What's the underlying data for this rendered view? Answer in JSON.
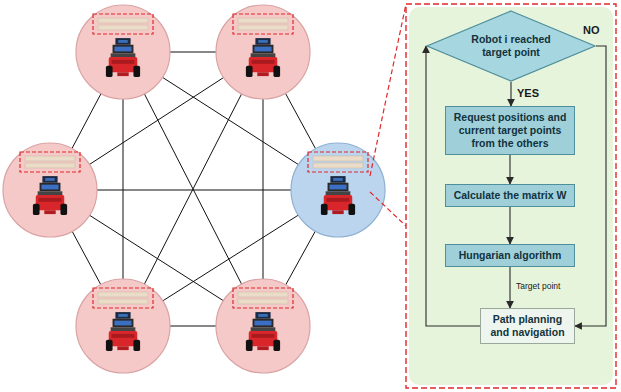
{
  "diagram": {
    "nodes": [
      {
        "text": [
          "Robot i reached target point"
        ]
      },
      {
        "text": [
          "Request positions and current target points from the others"
        ]
      },
      {
        "text": [
          "Calculate the matrix W"
        ]
      },
      {
        "text": [
          "Hungarian algorithm"
        ]
      },
      {
        "text": [
          "Path planning and navigation"
        ]
      }
    ],
    "edges": [
      {
        "from": 0,
        "to": 1,
        "label": "YES",
        "arrow": "to"
      },
      {
        "from": 1,
        "to": 2,
        "arrow": "to"
      },
      {
        "from": 2,
        "to": 3,
        "arrow": "to"
      },
      {
        "from": 3,
        "to": 4,
        "label": "Target point",
        "arrow": "to"
      },
      {
        "from": 4,
        "to": 0,
        "arrow": "to"
      },
      {
        "from": 0,
        "to": 4,
        "label": "NO",
        "arrow": "to"
      }
    ]
  }
}
